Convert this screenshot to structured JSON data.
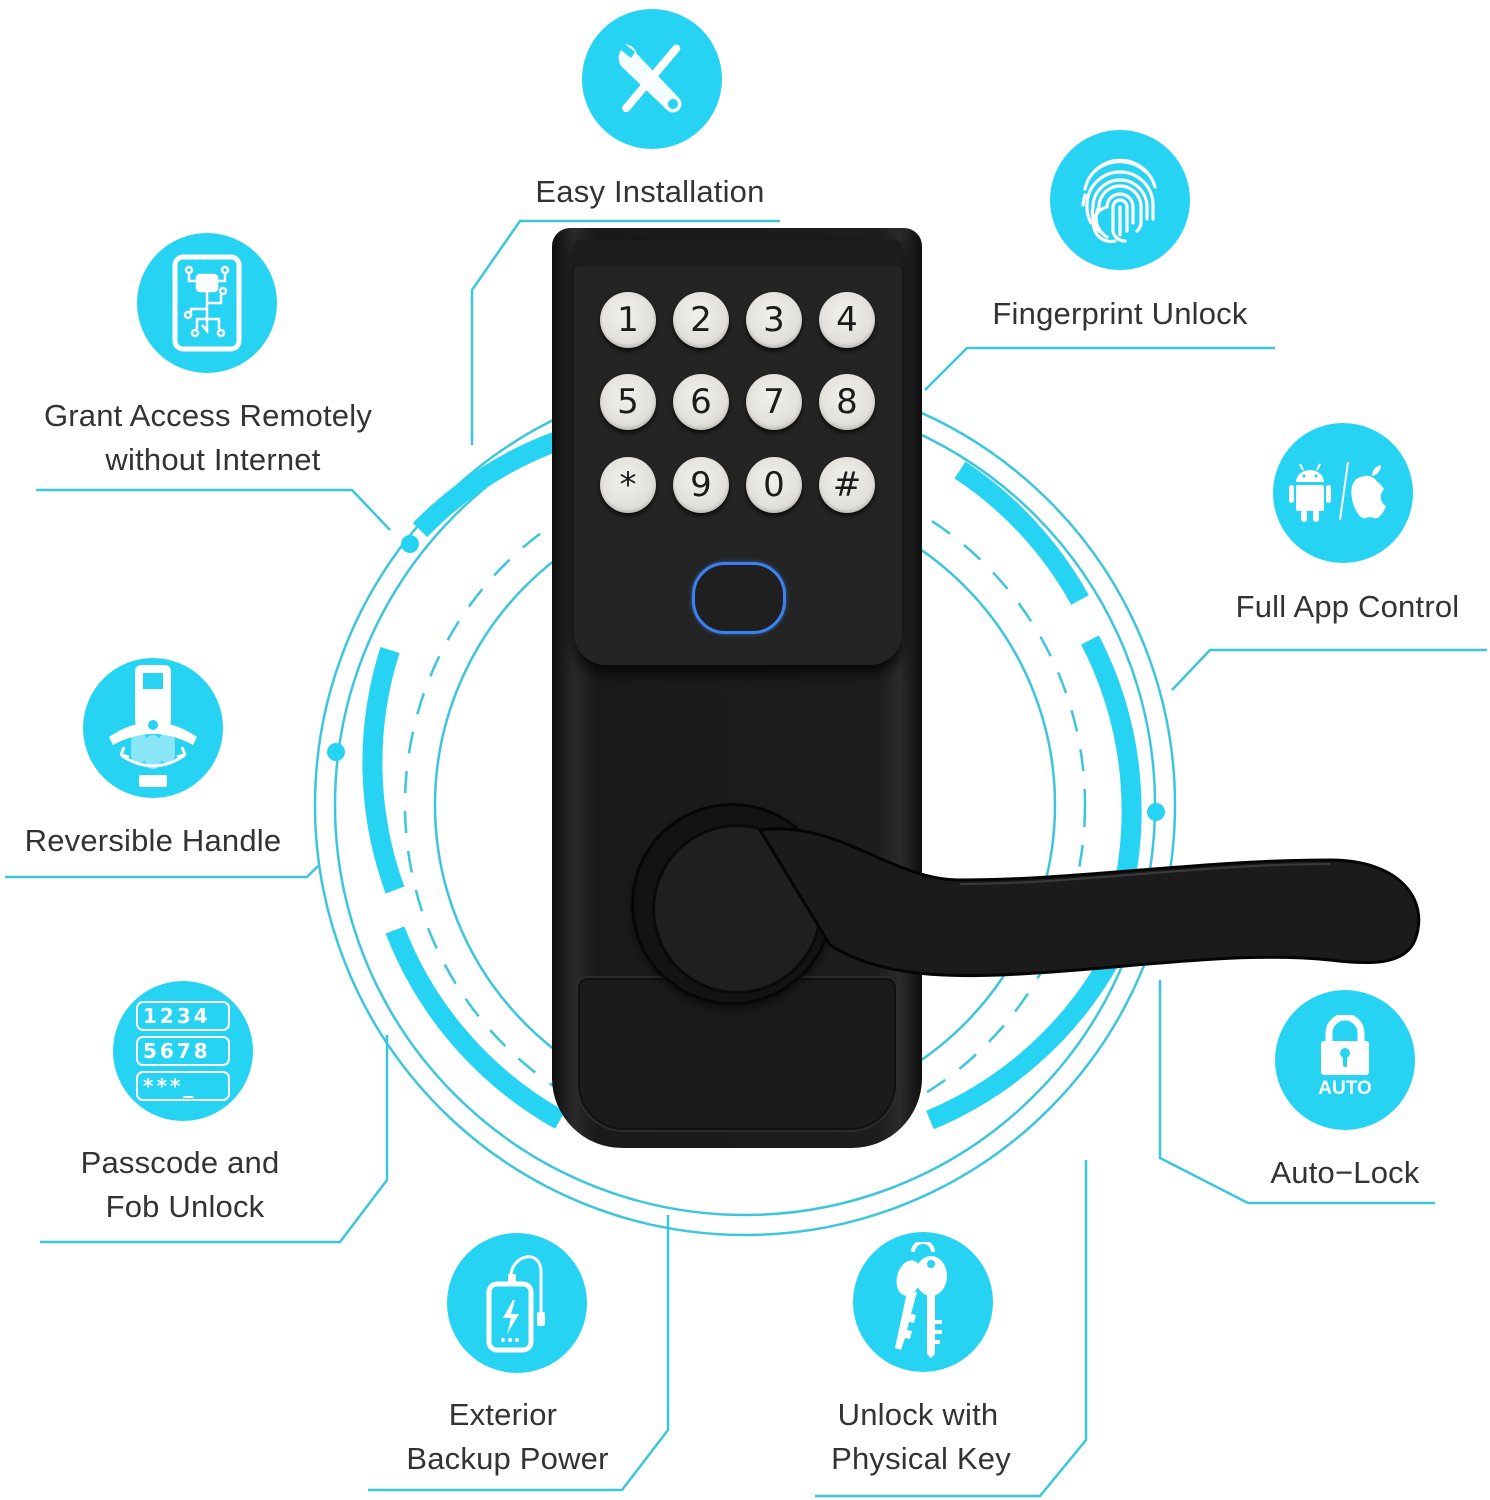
{
  "colors": {
    "accent": "#27d3f2",
    "line": "#3cc6de",
    "text": "#333333",
    "lock_body": "#1e1e1e",
    "fingerprint_ring": "#3b82f0"
  },
  "features": [
    {
      "id": "easy-installation",
      "icon": "wrench-screwdriver-icon",
      "lines": [
        "Easy Installation"
      ]
    },
    {
      "id": "fingerprint-unlock",
      "icon": "fingerprint-icon",
      "lines": [
        "Fingerprint Unlock"
      ]
    },
    {
      "id": "grant-access",
      "icon": "digital-key-icon",
      "lines": [
        "Grant Access Remotely",
        "without Internet"
      ]
    },
    {
      "id": "full-app-control",
      "icon": "android-apple-icon",
      "lines": [
        "Full App Control"
      ]
    },
    {
      "id": "reversible-handle",
      "icon": "reversible-handle-icon",
      "lines": [
        "Reversible Handle"
      ]
    },
    {
      "id": "passcode-fob",
      "icon": "passcode-keypad-icon",
      "lines": [
        "Passcode and",
        "Fob Unlock"
      ]
    },
    {
      "id": "auto-lock",
      "icon": "padlock-auto-icon",
      "lines": [
        "Auto−Lock"
      ],
      "icon_text": "AUTO"
    },
    {
      "id": "backup-power",
      "icon": "power-bank-icon",
      "lines": [
        "Exterior",
        "Backup Power"
      ]
    },
    {
      "id": "physical-key",
      "icon": "keys-icon",
      "lines": [
        "Unlock with",
        "Physical Key"
      ]
    }
  ],
  "passcode_icon_rows": [
    "1234",
    "5678",
    "***_"
  ],
  "keypad": {
    "keys": [
      "1",
      "2",
      "3",
      "4",
      "5",
      "6",
      "7",
      "8",
      "*",
      "9",
      "0",
      "#"
    ]
  }
}
